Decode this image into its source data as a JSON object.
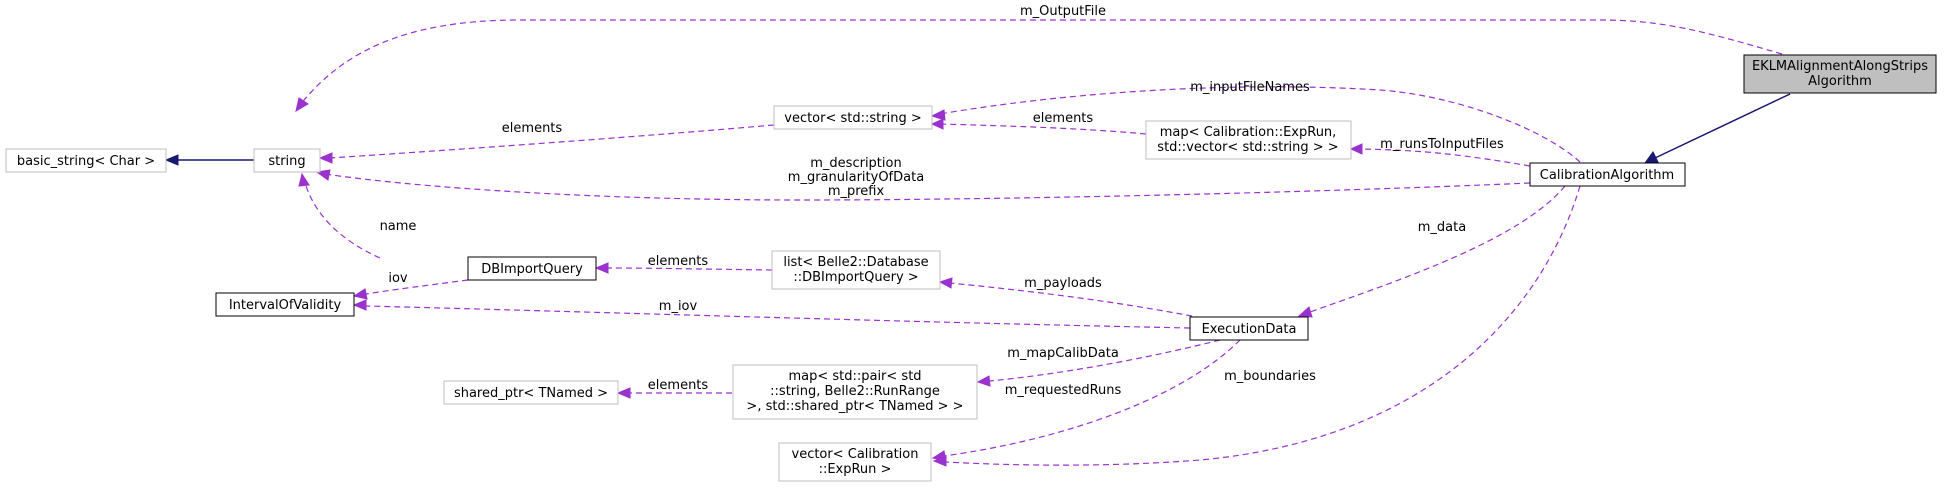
{
  "nodes": {
    "eklm": {
      "lines": [
        "EKLMAlignmentAlongStrips",
        "Algorithm"
      ]
    },
    "calibration_algorithm": {
      "lines": [
        "CalibrationAlgorithm"
      ]
    },
    "string": {
      "lines": [
        "string"
      ]
    },
    "basic_string": {
      "lines": [
        "basic_string< Char >"
      ]
    },
    "vector_string": {
      "lines": [
        "vector< std::string >"
      ]
    },
    "map_runs": {
      "lines": [
        "map< Calibration::ExpRun,",
        "std::vector< std::string > >"
      ]
    },
    "db_import_query": {
      "lines": [
        "DBImportQuery"
      ]
    },
    "list_db": {
      "lines": [
        "list< Belle2::Database",
        "::DBImportQuery >"
      ]
    },
    "interval_of_validity": {
      "lines": [
        "IntervalOfValidity"
      ]
    },
    "execution_data": {
      "lines": [
        "ExecutionData"
      ]
    },
    "shared_ptr": {
      "lines": [
        "shared_ptr< TNamed >"
      ]
    },
    "map_pair": {
      "lines": [
        "map< std::pair< std",
        "::string, Belle2::RunRange",
        ">, std::shared_ptr< TNamed > >"
      ]
    },
    "vector_exprun": {
      "lines": [
        "vector< Calibration",
        "::ExpRun >"
      ]
    }
  },
  "edges": {
    "output_file": {
      "lines": [
        "m_OutputFile"
      ]
    },
    "input_file_names": {
      "lines": [
        "m_inputFileNames"
      ]
    },
    "vector_elements": {
      "lines": [
        "elements"
      ]
    },
    "map_elements": {
      "lines": [
        "elements"
      ]
    },
    "runs_to_input_files": {
      "lines": [
        "m_runsToInputFiles"
      ]
    },
    "description": {
      "lines": [
        "m_description",
        "m_granularityOfData",
        "m_prefix"
      ]
    },
    "name": {
      "lines": [
        "name"
      ]
    },
    "iov": {
      "lines": [
        "iov"
      ]
    },
    "list_elements": {
      "lines": [
        "elements"
      ]
    },
    "payloads": {
      "lines": [
        "m_payloads"
      ]
    },
    "m_iov": {
      "lines": [
        "m_iov"
      ]
    },
    "m_data": {
      "lines": [
        "m_data"
      ]
    },
    "map_calib_data": {
      "lines": [
        "m_mapCalibData"
      ]
    },
    "shared_elements": {
      "lines": [
        "elements"
      ]
    },
    "requested_runs": {
      "lines": [
        "m_requestedRuns"
      ]
    },
    "boundaries": {
      "lines": [
        "m_boundaries"
      ]
    }
  },
  "colors": {
    "member_edge": "#9a32cd",
    "inheritance_edge": "#191970",
    "focus_fill": "#bfbfbf",
    "external_border": "#bfbfbf",
    "documented_border": "#000000"
  }
}
